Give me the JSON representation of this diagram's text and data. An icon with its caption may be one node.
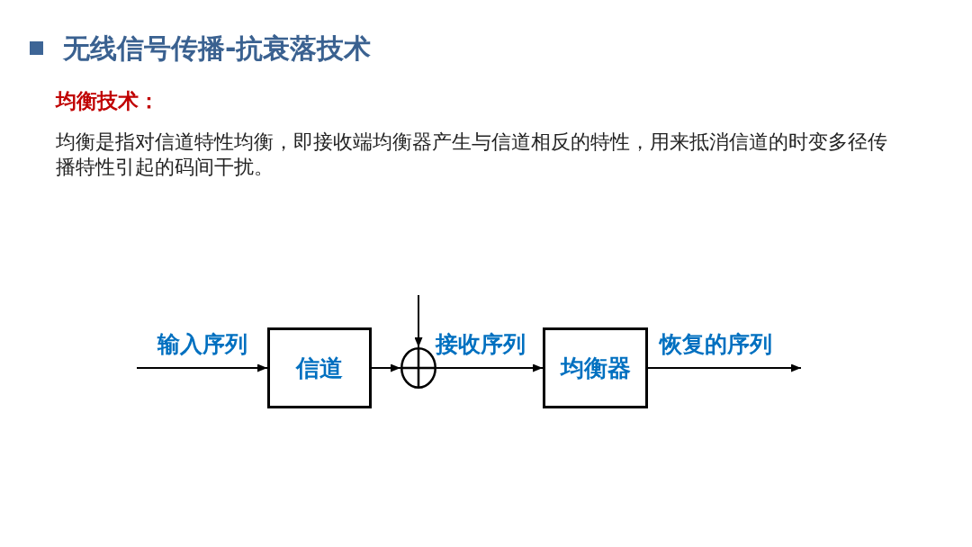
{
  "diagram": {
    "title": "无线信号传播-抗衰落技术",
    "nodes": [
      {
        "text": [
          "信道"
        ]
      },
      {
        "text": [],
        "shape": "circle"
      },
      {
        "text": [
          "均衡器"
        ]
      }
    ],
    "edges": [
      {
        "from": null,
        "to": 0,
        "arrow": "to",
        "label": "输入序列"
      },
      {
        "from": 0,
        "to": 1,
        "arrow": "to"
      },
      {
        "from": null,
        "to": 1,
        "arrow": "to"
      },
      {
        "from": 1,
        "to": 2,
        "arrow": "to",
        "label": "接收序列"
      },
      {
        "from": 2,
        "to": null,
        "arrow": "to",
        "label": "恢复的序列"
      }
    ],
    "labels": [
      "均衡技术：",
      "均衡是指对信道特性均衡，即接收端均衡器产生与信道相反的特性，用来抵消信道的时变多径传播特性引起的码间干扰。"
    ]
  }
}
